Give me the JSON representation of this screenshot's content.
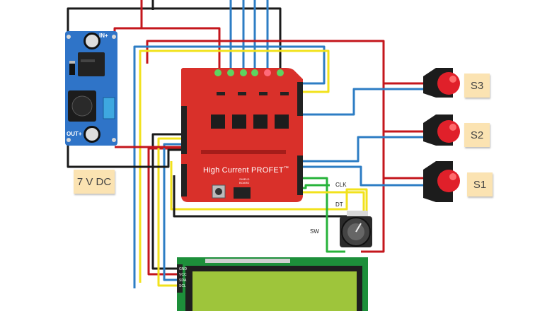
{
  "colors": {
    "wire_red": "#c4161c",
    "wire_black": "#1a1a1a",
    "wire_blue": "#2d7dc4",
    "wire_yellow": "#f2e21c",
    "wire_green": "#27b33a",
    "shield_red": "#d9302a",
    "buck_blue": "#2f74c8",
    "lcd_green": "#9ec53b",
    "button_red": "#e0202a",
    "note_bg": "#fbe3b2"
  },
  "power_module": {
    "label_in": "IN+",
    "label_out": "OUT+",
    "supply_label": "7 V DC"
  },
  "shield": {
    "title": "High Current PROFET",
    "trademark": "™",
    "sub_line1": "SHIELD",
    "sub_line2": "BOARD"
  },
  "encoder": {
    "pin_labels": [
      "CLK",
      "DT",
      "SW"
    ]
  },
  "buttons": [
    {
      "label": "S3"
    },
    {
      "label": "S2"
    },
    {
      "label": "S1"
    }
  ],
  "lcd": {
    "pin_labels": [
      "GND",
      "VCC",
      "SDA",
      "SCL"
    ]
  }
}
